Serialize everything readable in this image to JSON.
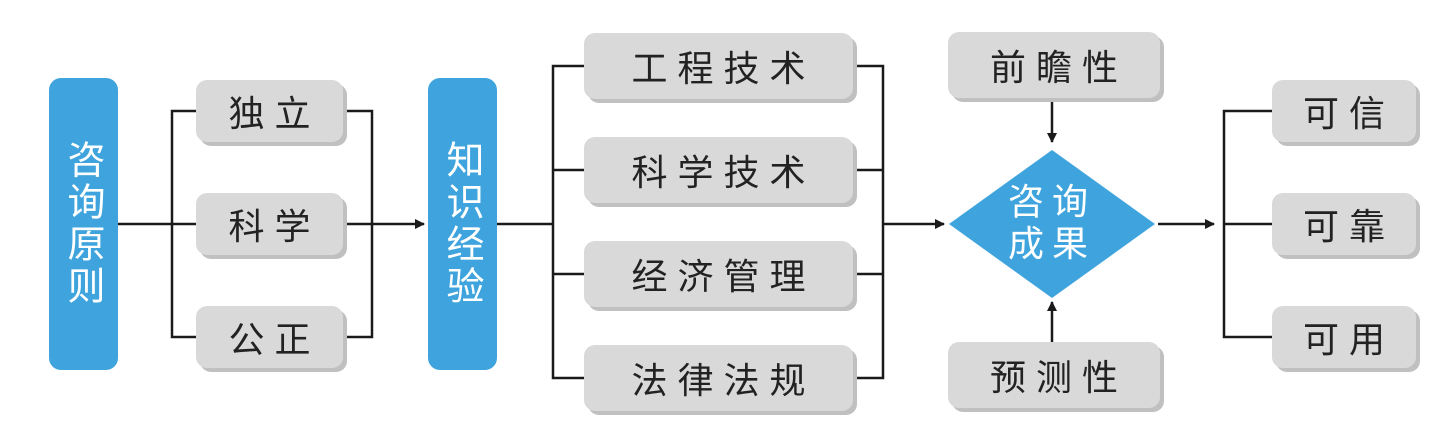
{
  "principles": {
    "title": "咨询原则",
    "items": [
      "独立",
      "科学",
      "公正"
    ]
  },
  "knowledge": {
    "title": "知识经验",
    "items": [
      "工程技术",
      "科学技术",
      "经济管理",
      "法律法规"
    ]
  },
  "result": {
    "line1": "咨询",
    "line2": "成果",
    "top_input": "前瞻性",
    "bottom_input": "预测性"
  },
  "qualities": [
    "可信",
    "可靠",
    "可用"
  ],
  "colors": {
    "accent_blue": "#3fa4dd",
    "box_gray": "#d9d9d9",
    "line": "#1a1a1a"
  }
}
